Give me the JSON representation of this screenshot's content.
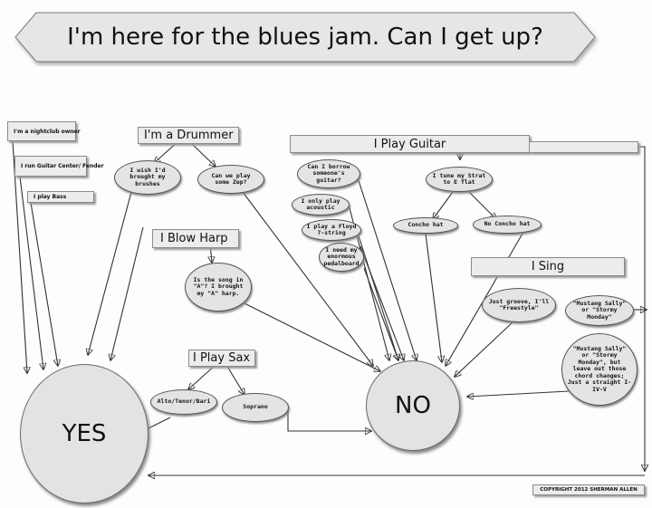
{
  "title": "I'm here for the blues jam. Can I get up?",
  "side_boxes": {
    "nightclub": "I'm a nightclub owner",
    "guitar_center": "I run Guitar Center/ Fender",
    "bass": "I play Bass"
  },
  "drummer": {
    "heading": "I'm a Drummer",
    "brushes": "I wish I'd\nbrought my\nbrushes",
    "zep": "Can we play\nsome Zep?"
  },
  "harp": {
    "heading": "I Blow Harp",
    "key_a": "Is the song in\n\"A\"? I brought\nmy \"A\" harp."
  },
  "sax": {
    "heading": "I Play Sax",
    "alto": "Alto/Tenor/Bari",
    "soprano": "Soprano"
  },
  "guitar": {
    "heading": "I Play Guitar",
    "borrow": "Can I borrow\nsomeone's\nguitar?",
    "acoustic": "I only play\nacoustic",
    "floyd": "I play a Floyd\n7-string",
    "pedalboard": "I need my\nenormous\npedalboard",
    "tune": "I tune my Strat\nto E flat",
    "concho": "Concho hat",
    "no_concho": "No Concho hat"
  },
  "sing": {
    "heading": "I Sing",
    "freestyle": "Just groove, I'll\n\"Freestyle\"",
    "mustang": "\"Mustang Sally\"\nor \"Stormy\nMonday\"",
    "mustang_changes": "\"Mustang Sally\"\nor \"Stormy\nMonday\", but\nleave out those\nchord changes;\nJust a straight I-\nIV-V"
  },
  "outcomes": {
    "yes": "YES",
    "no": "NO"
  },
  "copyright": "COPYRIGHT 2012 SHERMAN ALLEN"
}
